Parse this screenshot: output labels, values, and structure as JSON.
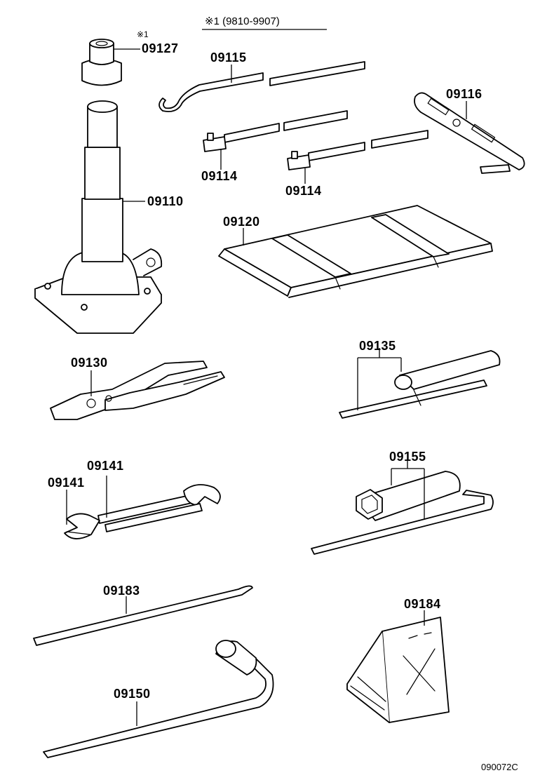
{
  "header": {
    "note": "※1 (9810-9907)"
  },
  "footer": {
    "code": "090072C"
  },
  "parts": [
    {
      "id": "jack-adapter",
      "label": "09127",
      "marker": "※1"
    },
    {
      "id": "jack",
      "label": "09110"
    },
    {
      "id": "jack-handle-hook",
      "label": "09115"
    },
    {
      "id": "jack-handle-extension-a",
      "label": "09114"
    },
    {
      "id": "jack-handle-extension-b",
      "label": "09114"
    },
    {
      "id": "jack-handle-lever",
      "label": "09116"
    },
    {
      "id": "tool-bag",
      "label": "09120"
    },
    {
      "id": "pliers",
      "label": "09130"
    },
    {
      "id": "screwdriver",
      "label": "09135"
    },
    {
      "id": "wrench-a",
      "label": "09141"
    },
    {
      "id": "wrench-b",
      "label": "09141"
    },
    {
      "id": "socket-wrench",
      "label": "09155"
    },
    {
      "id": "lever-bar",
      "label": "09183"
    },
    {
      "id": "wheel-chock",
      "label": "09184"
    },
    {
      "id": "hub-nut-wrench",
      "label": "09150"
    }
  ]
}
